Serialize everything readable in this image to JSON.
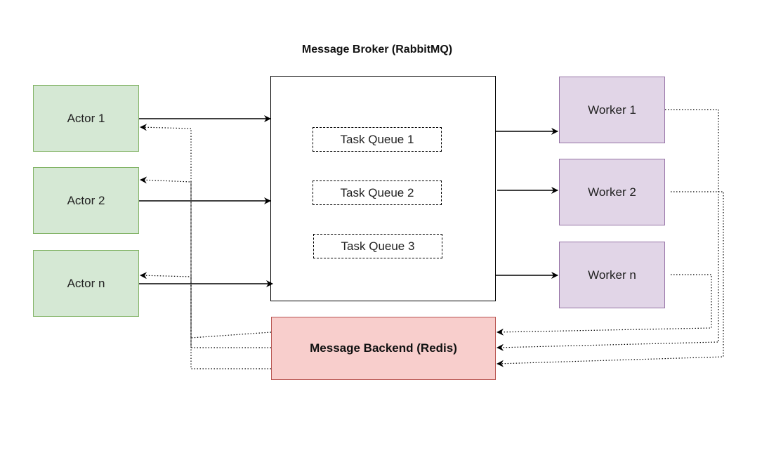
{
  "broker": {
    "title": "Message Broker (RabbitMQ)"
  },
  "actors": [
    {
      "label": "Actor 1"
    },
    {
      "label": "Actor 2"
    },
    {
      "label": "Actor n"
    }
  ],
  "queues": [
    {
      "label": "Task Queue 1"
    },
    {
      "label": "Task Queue 2"
    },
    {
      "label": "Task Queue 3"
    }
  ],
  "workers": [
    {
      "label": "Worker 1"
    },
    {
      "label": "Worker 2"
    },
    {
      "label": "Worker n"
    }
  ],
  "backend": {
    "label": "Message Backend (Redis)"
  },
  "colors": {
    "actor_fill": "#d5e8d4",
    "actor_stroke": "#82b366",
    "worker_fill": "#e1d5e7",
    "worker_stroke": "#9673a6",
    "backend_fill": "#f8cecc",
    "backend_stroke": "#b85450"
  }
}
